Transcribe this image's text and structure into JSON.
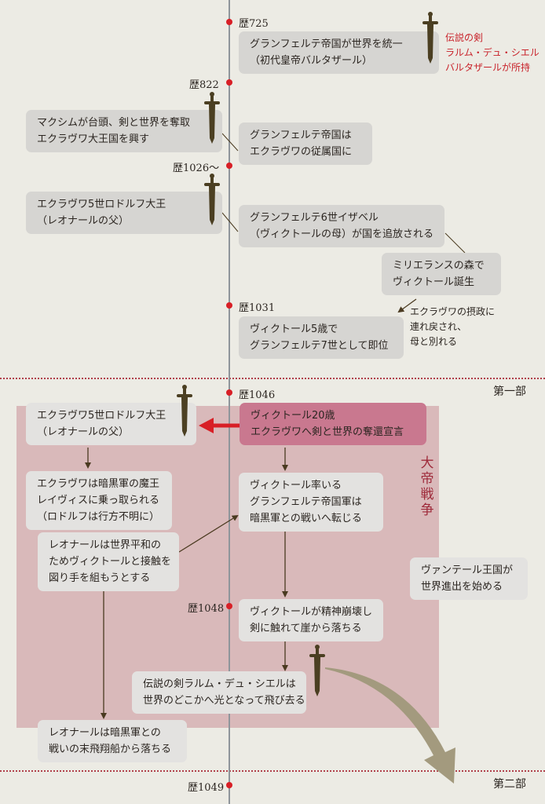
{
  "parts": {
    "part1": "第一部",
    "part2": "第二部"
  },
  "war_label": [
    "大",
    "帝",
    "戦",
    "争"
  ],
  "eras": {
    "e725": "歴725",
    "e822": "歴822",
    "e1026": "歴1026〜",
    "e1031": "歴1031",
    "e1046": "歴1046",
    "e1048": "歴1048",
    "e1049": "歴1049"
  },
  "events": {
    "unify": [
      "グランフェルテ帝国が世界を統一",
      "（初代皇帝バルタザール）"
    ],
    "sword_note": [
      "伝説の剣",
      "ラルム・デュ・シエル",
      "バルタザールが所持"
    ],
    "maxim": [
      "マクシムが台頭、剣と世界を奪取",
      "エクラヴワ大王国を興す"
    ],
    "vassal": [
      "グランフェルテ帝国は",
      "エクラヴワの従属国に"
    ],
    "rudolf1": [
      "エクラヴワ5世ロドルフ大王",
      "（レオナールの父）"
    ],
    "isabel": [
      "グランフェルテ6世イザベル",
      "（ヴィクトールの母）が国を追放される"
    ],
    "forest": [
      "ミリエランスの森で",
      "ヴィクトール誕生"
    ],
    "regent": [
      "エクラヴワの摂政に",
      "連れ戻され、",
      "母と別れる"
    ],
    "enthrone": [
      "ヴィクトール5歳で",
      "グランフェルテ7世として即位"
    ],
    "declare": [
      "ヴィクトール20歳",
      "エクラヴワへ剣と世界の奪還宣言"
    ],
    "rudolf2": [
      "エクラヴワ5世ロドルフ大王",
      "（レオナールの父）"
    ],
    "demon": [
      "エクラヴワは暗黒軍の魔王",
      "レイヴィスに乗っ取られる",
      "（ロドルフは行方不明に）"
    ],
    "army": [
      "ヴィクトール率いる",
      "グランフェルテ帝国軍は",
      "暗黒軍との戦いへ転じる"
    ],
    "leonard_peace": [
      "レオナールは世界平和の",
      "ためヴィクトールと接触を",
      "図り手を組もうとする"
    ],
    "vantel": [
      "ヴァンテール王国が",
      "世界進出を始める"
    ],
    "breakdown": [
      "ヴィクトールが精神崩壊し",
      "剣に触れて崖から落ちる"
    ],
    "sword_fly": [
      "伝説の剣ラルム・デュ・シエルは",
      "世界のどこかへ光となって飛び去る"
    ],
    "leonard_fall": [
      "レオナールは暗黒軍との",
      "戦いの末飛翔船から落ちる"
    ]
  },
  "colors": {
    "background": "#ecebe4",
    "war_band": "#d9b9ba",
    "highlight_box": "#c9788f",
    "accent_red": "#d81f26",
    "note_red": "#c8222a",
    "arrow_brown": "#4a3a20",
    "sword": "#4b3f22",
    "comet": "#a39a7e"
  },
  "icons": [
    "sword-icon",
    "arrow-icon",
    "comet-arrow-icon"
  ]
}
